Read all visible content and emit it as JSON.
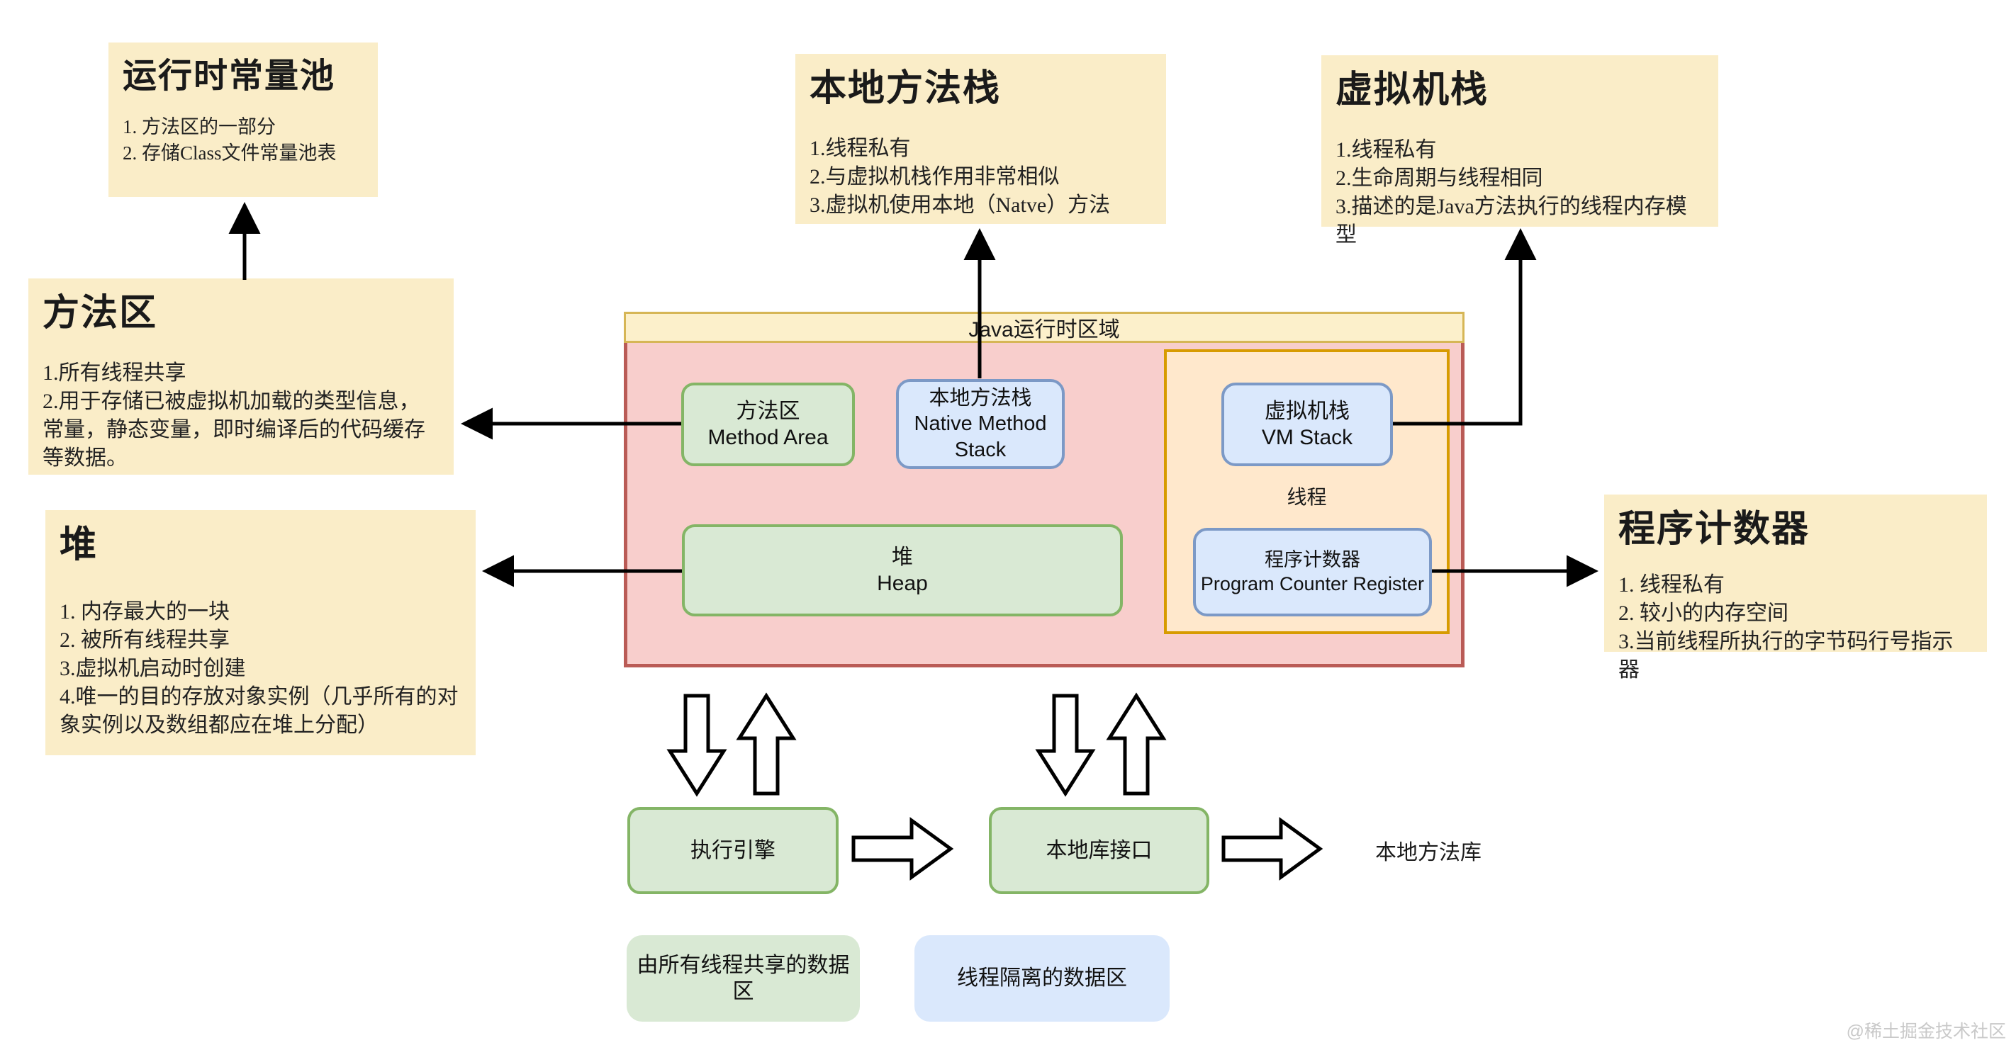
{
  "notes": {
    "runtime_constant_pool": {
      "title": "运行时常量池",
      "items": [
        "1. 方法区的一部分",
        "2. 存储Class文件常量池表"
      ]
    },
    "native_method_stack": {
      "title": "本地方法栈",
      "items": [
        "1.线程私有",
        "2.与虚拟机栈作用非常相似",
        "3.虚拟机使用本地（Natve）方法"
      ]
    },
    "vm_stack": {
      "title": "虚拟机栈",
      "items": [
        "1.线程私有",
        "2.生命周期与线程相同",
        "3.描述的是Java方法执行的线程内存模型"
      ]
    },
    "method_area": {
      "title": "方法区",
      "items": [
        "1.所有线程共享",
        "2.用于存储已被虚拟机加载的类型信息，常量，静态变量，即时编译后的代码缓存等数据。"
      ]
    },
    "heap": {
      "title": "堆",
      "items": [
        "1. 内存最大的一块",
        "2. 被所有线程共享",
        "3.虚拟机启动时创建",
        "4.唯一的目的存放对象实例（几乎所有的对象实例以及数组都应在堆上分配）"
      ]
    },
    "program_counter": {
      "title": "程序计数器",
      "items": [
        "1. 线程私有",
        "2. 较小的内存空间",
        "3.当前线程所执行的字节码行号指示器"
      ]
    }
  },
  "runtime_area": {
    "title": "Java运行时区域",
    "thread_label": "线程",
    "boxes": {
      "method_area": {
        "line1": "方法区",
        "line2": "Method Area"
      },
      "native_method_stack": {
        "line1": "本地方法栈",
        "line2": "Native Method Stack"
      },
      "vm_stack": {
        "line1": "虚拟机栈",
        "line2": "VM Stack"
      },
      "heap": {
        "line1": "堆",
        "line2": "Heap"
      },
      "program_counter_register": {
        "line1": "程序计数器",
        "line2": "Program Counter Register"
      }
    }
  },
  "bottom": {
    "execution_engine": "执行引擎",
    "native_interface": "本地库接口",
    "native_libraries": "本地方法库"
  },
  "legend": {
    "shared": "由所有线程共享的数据区",
    "isolated": "线程隔离的数据区"
  },
  "watermark": "@稀土掘金技术社区",
  "colors": {
    "note_bg": "#FAEDC8",
    "header_bg": "#FCF0CB",
    "header_border": "#D6B656",
    "area_bg": "#F8CECC",
    "area_border": "#BA5B56",
    "thread_bg": "#FFE8CC",
    "thread_border": "#D79B00",
    "green_bg": "#D9E9D4",
    "green_border": "#84B566",
    "blue_bg": "#DAE8FC",
    "blue_border": "#7C99C6",
    "arrow": "#000000",
    "watermark": "#C9C9C9"
  }
}
